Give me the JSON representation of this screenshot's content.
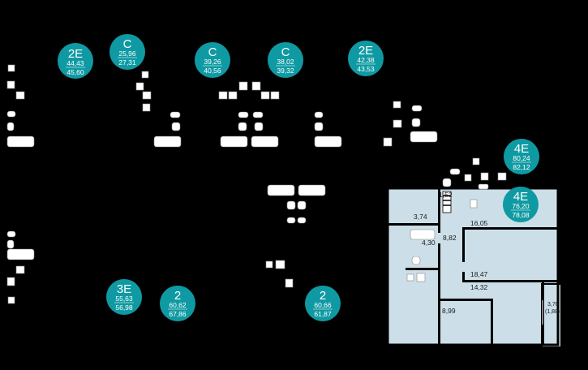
{
  "apartments": [
    {
      "type": "2E",
      "area_living": "44,43",
      "area_total": "45,60"
    },
    {
      "type": "C",
      "area_living": "25,96",
      "area_total": "27,31"
    },
    {
      "type": "C",
      "area_living": "39,26",
      "area_total": "40,56"
    },
    {
      "type": "C",
      "area_living": "38,02",
      "area_total": "39,32"
    },
    {
      "type": "2E",
      "area_living": "42,38",
      "area_total": "43,53"
    },
    {
      "type": "4E",
      "area_living": "80,24",
      "area_total": "82,12"
    },
    {
      "type": "4E",
      "area_living": "76,20",
      "area_total": "78,08"
    },
    {
      "type": "3E",
      "area_living": "55,63",
      "area_total": "56,98"
    },
    {
      "type": "2",
      "area_living": "60,62",
      "area_total": "67,86"
    },
    {
      "type": "2",
      "area_living": "60,66",
      "area_total": "61,87"
    }
  ],
  "rooms": [
    {
      "area": "1,52"
    },
    {
      "area": "3,74"
    },
    {
      "area": "16,05"
    },
    {
      "area": "8,82"
    },
    {
      "area": "4,30"
    },
    {
      "area": "18,47"
    },
    {
      "area": "14,32"
    },
    {
      "area": "8,99"
    },
    {
      "area": "3,76"
    },
    {
      "area": "(1,88)"
    }
  ],
  "colors": {
    "badge": "#0f9aa3",
    "room_fill": "#ccdfe8",
    "background": "#000000"
  }
}
